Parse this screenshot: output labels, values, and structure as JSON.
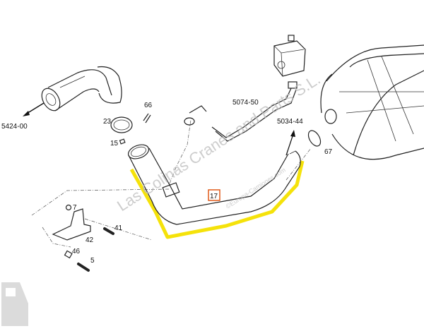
{
  "diagram": {
    "part_labels": {
      "ref_5424": "5424-00",
      "p66": "66",
      "p23": "23",
      "p15": "15",
      "p17": "17",
      "ref_5074": "5074-50",
      "ref_5034": "5034-44",
      "p67": "67",
      "p7": "7",
      "p41": "41",
      "p42": "42",
      "p46": "46",
      "p5": "5"
    },
    "highlighted_part": "17",
    "colors": {
      "highlight": "#f5e20a",
      "callout_box": "#e05a1a"
    }
  },
  "watermark": {
    "main": "Las Colinas Cranes and Parts S.L.",
    "sub": "©Europa-Camiones.com"
  }
}
